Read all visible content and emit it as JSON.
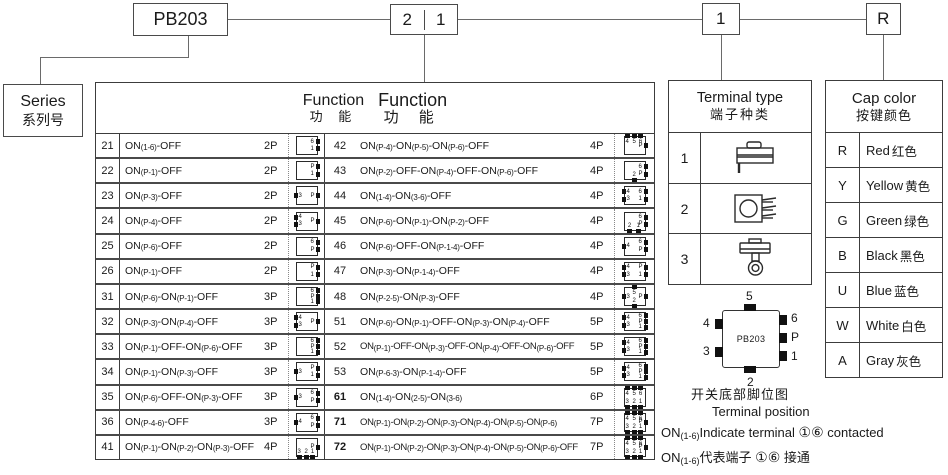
{
  "top_code": {
    "series_code": "PB203",
    "function_digits": [
      "2",
      "1"
    ],
    "terminal_digit": "1",
    "cap_letter": "R"
  },
  "series_panel": {
    "en": "Series",
    "zh": "系列号"
  },
  "function_panel": {
    "title_en_1": "Function",
    "title_zh_1": "功 能",
    "title_en_2": "Function",
    "title_zh_2": "功 能",
    "rows_left": [
      {
        "code": "21",
        "fn": "ON(1-6)-OFF",
        "poles": "2P",
        "icon": {
          "r": [
            "6",
            "1"
          ]
        }
      },
      {
        "code": "22",
        "fn": "ON(P-1)-OFF",
        "poles": "2P",
        "icon": {
          "r": [
            "P",
            "1"
          ]
        }
      },
      {
        "code": "23",
        "fn": "ON(P-3)-OFF",
        "poles": "2P",
        "icon": {
          "l": [
            "3"
          ],
          "r": [
            "P"
          ]
        }
      },
      {
        "code": "24",
        "fn": "ON(P-4)-OFF",
        "poles": "2P",
        "icon": {
          "l": [
            "4",
            "3"
          ],
          "r": [
            "P"
          ]
        }
      },
      {
        "code": "25",
        "fn": "ON(P-6)-OFF",
        "poles": "2P",
        "icon": {
          "r": [
            "6",
            "P"
          ]
        }
      },
      {
        "code": "26",
        "fn": "ON(P-1)-OFF",
        "poles": "2P",
        "icon": {
          "r": [
            "P",
            "1"
          ]
        }
      },
      {
        "code": "31",
        "fn": "ON(P-6)-ON(P-1)-OFF",
        "poles": "3P",
        "icon": {
          "r": [
            "6",
            "P",
            "1"
          ]
        }
      },
      {
        "code": "32",
        "fn": "ON(P-3)-ON(P-4)-OFF",
        "poles": "3P",
        "icon": {
          "l": [
            "4",
            "3"
          ],
          "r": [
            "P"
          ]
        }
      },
      {
        "code": "33",
        "fn": "ON(P-1)-OFF-ON(P-6)-OFF",
        "poles": "3P",
        "icon": {
          "r": [
            "6",
            "P",
            "1"
          ]
        }
      },
      {
        "code": "34",
        "fn": "ON(P-1)-ON(P-3)-OFF",
        "poles": "3P",
        "icon": {
          "l": [
            "3"
          ],
          "r": [
            "P",
            "1"
          ]
        }
      },
      {
        "code": "35",
        "fn": "ON(P-6)-OFF-ON(P-3)-OFF",
        "poles": "3P",
        "icon": {
          "l": [
            "3"
          ],
          "r": [
            "6",
            "P"
          ]
        }
      },
      {
        "code": "36",
        "fn": "ON(P-4-6)-OFF",
        "poles": "3P",
        "icon": {
          "l": [
            "4"
          ],
          "r": [
            "6",
            "P"
          ]
        }
      },
      {
        "code": "41",
        "fn": "ON(P-1)-ON(P-2)-ON(P-3)-OFF",
        "poles": "4P",
        "icon": {
          "r": [
            "P"
          ],
          "b": [
            "3",
            "2",
            "1"
          ]
        }
      }
    ],
    "rows_right": [
      {
        "code": "42",
        "fn": "ON(P-4)-ON(P-5)-ON(P-6)-OFF",
        "poles": "4P",
        "icon": {
          "t": [
            "4",
            "5",
            "6"
          ],
          "r": [
            "P"
          ]
        }
      },
      {
        "code": "43",
        "fn": "ON(P-2)-OFF-ON(P-4)-OFF-ON(P-6)-OFF",
        "poles": "4P",
        "icon": {
          "r": [
            "6",
            "P"
          ],
          "b": [
            "2"
          ]
        }
      },
      {
        "code": "44",
        "fn": "ON(1-4)-ON(3-6)-OFF",
        "poles": "4P",
        "icon": {
          "l": [
            "4",
            "3"
          ],
          "r": [
            "6",
            "1"
          ]
        }
      },
      {
        "code": "45",
        "fn": "ON(P-6)-ON(P-1)-ON(P-2)-OFF",
        "poles": "4P",
        "icon": {
          "r": [
            "6",
            "P"
          ],
          "b": [
            "2",
            "1"
          ]
        }
      },
      {
        "code": "46",
        "fn": "ON(P-6)-OFF-ON(P-1-4)-OFF",
        "poles": "4P",
        "icon": {
          "l": [
            "4"
          ],
          "r": [
            "6",
            "P"
          ]
        }
      },
      {
        "code": "47",
        "fn": "ON(P-3)-ON(P-1-4)-OFF",
        "poles": "4P",
        "icon": {
          "l": [
            "4",
            "3"
          ],
          "r": [
            "P",
            "1"
          ]
        }
      },
      {
        "code": "48",
        "fn": "ON(P-2-5)-ON(P-3)-OFF",
        "poles": "4P",
        "icon": {
          "t": [
            "5"
          ],
          "l": [
            "3"
          ],
          "r": [
            "P"
          ],
          "b": [
            "2"
          ]
        }
      },
      {
        "code": "51",
        "fn": "ON(P-6)-ON(P-1)-OFF-ON(P-3)-ON(P-4)-OFF",
        "poles": "5P",
        "icon": {
          "l": [
            "4",
            "3"
          ],
          "r": [
            "6",
            "P",
            "1"
          ]
        }
      },
      {
        "code": "52",
        "fn": "ON(P-1)-OFF-ON(P-3)-OFF-ON(P-4)-OFF-ON(P-6)-OFF",
        "poles": "5P",
        "icon": {
          "l": [
            "4",
            "3"
          ],
          "r": [
            "6",
            "P",
            "1"
          ]
        }
      },
      {
        "code": "53",
        "fn": "ON(P-6-3)-ON(P-1-4)-OFF",
        "poles": "5P",
        "icon": {
          "l": [
            "4",
            "3"
          ],
          "r": [
            "6",
            "P",
            "1"
          ]
        }
      },
      {
        "code": "61",
        "fn": "ON(1-4)-ON(2-5)-ON(3-6)",
        "poles": "6P",
        "bold": true,
        "icon": {
          "t": [
            "4",
            "5",
            "6"
          ],
          "b": [
            "3",
            "2",
            "1"
          ]
        }
      },
      {
        "code": "71",
        "fn": "ON(P-1)-ON(P-2)-ON(P-3)-ON(P-4)-ON(P-5)-ON(P-6)",
        "poles": "7P",
        "bold": true,
        "icon": {
          "t": [
            "4",
            "5",
            "6"
          ],
          "r": [
            "P"
          ],
          "b": [
            "3",
            "2",
            "1"
          ]
        }
      },
      {
        "code": "72",
        "fn": "ON(P-1)-ON(P-2)-ON(P-3)-ON(P-4)-ON(P-5)-ON(P-6)-OFF",
        "poles": "7P",
        "bold": true,
        "icon": {
          "t": [
            "4",
            "5",
            "6"
          ],
          "r": [
            "P"
          ],
          "b": [
            "3",
            "2",
            "1"
          ]
        }
      }
    ]
  },
  "terminal_panel": {
    "title_en": "Terminal type",
    "title_zh": "端子种类",
    "rows": [
      {
        "code": "1",
        "icon": "pcb-pin-terminal-icon"
      },
      {
        "code": "2",
        "icon": "solder-lug-terminal-icon"
      },
      {
        "code": "3",
        "icon": "ring-terminal-icon"
      }
    ]
  },
  "cap_panel": {
    "title_en": "Cap color",
    "title_zh": "按键颜色",
    "rows": [
      {
        "code": "R",
        "en": "Red",
        "zh": "红色"
      },
      {
        "code": "Y",
        "en": "Yellow",
        "zh": "黄色"
      },
      {
        "code": "G",
        "en": "Green",
        "zh": "绿色"
      },
      {
        "code": "B",
        "en": "Black",
        "zh": "黑色"
      },
      {
        "code": "U",
        "en": "Blue",
        "zh": "蓝色"
      },
      {
        "code": "W",
        "en": "White",
        "zh": "白色"
      },
      {
        "code": "A",
        "en": "Gray",
        "zh": "灰色"
      }
    ]
  },
  "diagram": {
    "chip_label": "PB203",
    "pin_top": "5",
    "pin_bottom": "2",
    "pin_left_1": "4",
    "pin_left_2": "3",
    "pin_right_1": "6",
    "pin_right_2": "P",
    "pin_right_3": "1",
    "caption_zh": "开关底部脚位图",
    "caption_en": "Terminal position",
    "note_en": {
      "on": "ON",
      "sub": "(1-6)",
      "mid": "Indicate terminal",
      "c1": "①",
      "c2": "⑥",
      "end": "contacted"
    },
    "note_zh": {
      "on": "ON",
      "sub": "(1-6)",
      "mid": "代表端子",
      "c1": "①",
      "c2": "⑥",
      "end": "接通"
    }
  }
}
